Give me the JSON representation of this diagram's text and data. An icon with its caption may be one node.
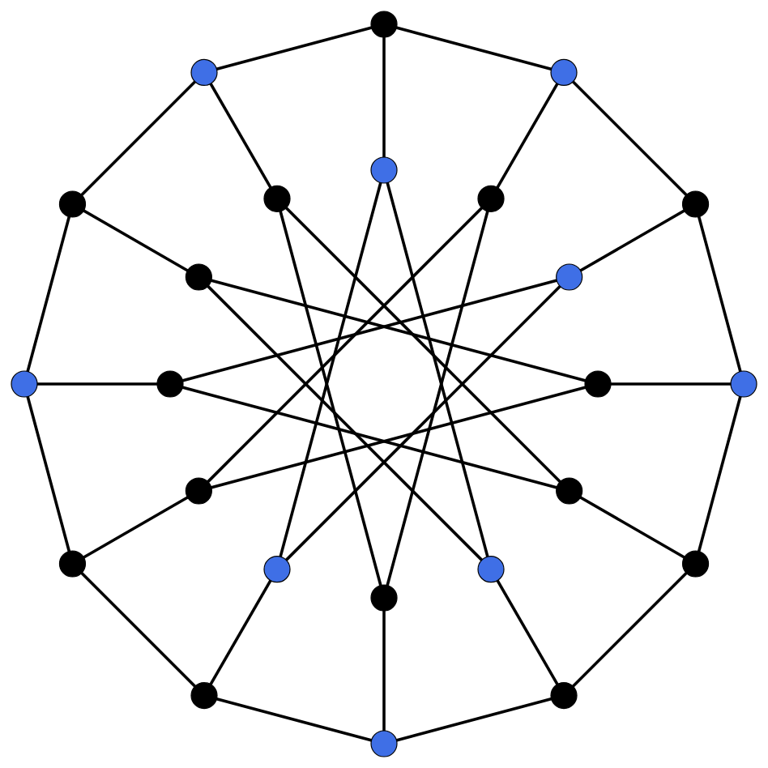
{
  "diagram": {
    "nodes": [
      {
        "text": [],
        "shape": "circle"
      },
      {
        "text": [],
        "shape": "circle"
      },
      {
        "text": [],
        "shape": "circle"
      },
      {
        "text": [],
        "shape": "circle"
      },
      {
        "text": [],
        "shape": "circle"
      },
      {
        "text": [],
        "shape": "circle"
      },
      {
        "text": [],
        "shape": "circle"
      },
      {
        "text": [],
        "shape": "circle"
      },
      {
        "text": [],
        "shape": "circle"
      },
      {
        "text": [],
        "shape": "circle"
      },
      {
        "text": [],
        "shape": "circle"
      },
      {
        "text": [],
        "shape": "circle"
      },
      {
        "text": [],
        "shape": "circle"
      },
      {
        "text": [],
        "shape": "circle"
      },
      {
        "text": [],
        "shape": "circle"
      },
      {
        "text": [],
        "shape": "circle"
      },
      {
        "text": [],
        "shape": "circle"
      },
      {
        "text": [],
        "shape": "circle"
      },
      {
        "text": [],
        "shape": "circle"
      },
      {
        "text": [],
        "shape": "circle"
      },
      {
        "text": [],
        "shape": "circle"
      },
      {
        "text": [],
        "shape": "circle"
      },
      {
        "text": [],
        "shape": "circle"
      },
      {
        "text": [],
        "shape": "circle"
      }
    ],
    "edges": [
      {
        "from": 0,
        "to": 2,
        "arrow": "none"
      },
      {
        "from": 2,
        "to": 7,
        "arrow": "none"
      },
      {
        "from": 7,
        "to": 13,
        "arrow": "none"
      },
      {
        "from": 13,
        "to": 17,
        "arrow": "none"
      },
      {
        "from": 17,
        "to": 22,
        "arrow": "none"
      },
      {
        "from": 22,
        "to": 23,
        "arrow": "none"
      },
      {
        "from": 23,
        "to": 21,
        "arrow": "none"
      },
      {
        "from": 21,
        "to": 16,
        "arrow": "none"
      },
      {
        "from": 16,
        "to": 10,
        "arrow": "none"
      },
      {
        "from": 10,
        "to": 6,
        "arrow": "none"
      },
      {
        "from": 6,
        "to": 1,
        "arrow": "none"
      },
      {
        "from": 1,
        "to": 0,
        "arrow": "none"
      },
      {
        "from": 0,
        "to": 3,
        "arrow": "none"
      },
      {
        "from": 2,
        "to": 5,
        "arrow": "none"
      },
      {
        "from": 7,
        "to": 9,
        "arrow": "none"
      },
      {
        "from": 13,
        "to": 12,
        "arrow": "none"
      },
      {
        "from": 17,
        "to": 15,
        "arrow": "none"
      },
      {
        "from": 22,
        "to": 19,
        "arrow": "none"
      },
      {
        "from": 23,
        "to": 20,
        "arrow": "none"
      },
      {
        "from": 21,
        "to": 18,
        "arrow": "none"
      },
      {
        "from": 16,
        "to": 14,
        "arrow": "none"
      },
      {
        "from": 10,
        "to": 11,
        "arrow": "none"
      },
      {
        "from": 6,
        "to": 8,
        "arrow": "none"
      },
      {
        "from": 1,
        "to": 4,
        "arrow": "none"
      },
      {
        "from": 3,
        "to": 19,
        "arrow": "none"
      },
      {
        "from": 5,
        "to": 20,
        "arrow": "none"
      },
      {
        "from": 9,
        "to": 18,
        "arrow": "none"
      },
      {
        "from": 12,
        "to": 14,
        "arrow": "none"
      },
      {
        "from": 15,
        "to": 11,
        "arrow": "none"
      },
      {
        "from": 19,
        "to": 8,
        "arrow": "none"
      },
      {
        "from": 20,
        "to": 4,
        "arrow": "none"
      },
      {
        "from": 18,
        "to": 3,
        "arrow": "none"
      },
      {
        "from": 14,
        "to": 5,
        "arrow": "none"
      },
      {
        "from": 11,
        "to": 9,
        "arrow": "none"
      },
      {
        "from": 8,
        "to": 12,
        "arrow": "none"
      },
      {
        "from": 4,
        "to": 15,
        "arrow": "none"
      }
    ]
  }
}
